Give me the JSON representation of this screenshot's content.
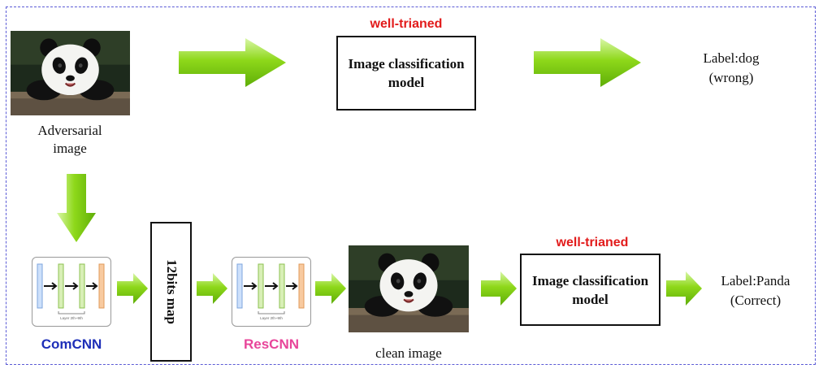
{
  "top": {
    "adversarial_caption": "Adversarial image",
    "well_trained": "well-trianed",
    "classifier_label": "Image classification model",
    "result_label": "Label:dog",
    "result_note": "(wrong)"
  },
  "bottom": {
    "comcnn_label": "ComCNN",
    "map_label": "12bits map",
    "rescnn_label": "ResCNN",
    "clean_caption": "clean image",
    "well_trained": "well-trianed",
    "classifier_label": "Image classification model",
    "result_label": "Label:Panda",
    "result_note": "(Correct)"
  },
  "net_caption": "Layer 2th~9th",
  "colors": {
    "arrow": "#8ed81a",
    "frame": "#5b5bd6",
    "accent_red": "#e21b1b",
    "comcnn": "#1e2fb8",
    "rescnn": "#e8459a"
  },
  "icons": {
    "arrow": "green-right-arrow-icon",
    "down_arrow": "green-down-arrow-icon"
  }
}
